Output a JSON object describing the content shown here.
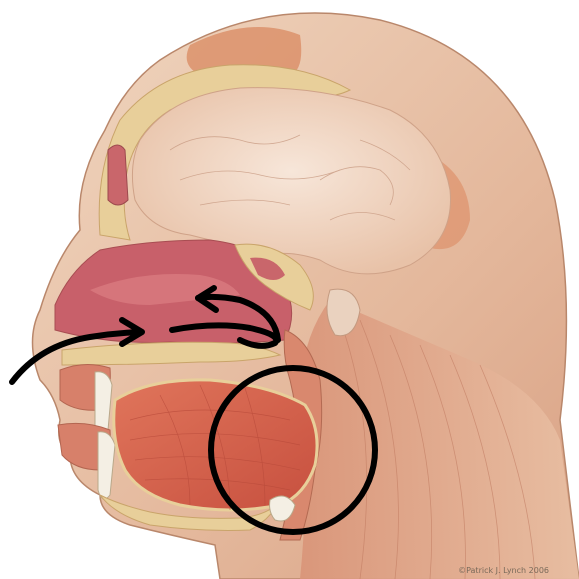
{
  "illustration": {
    "subject": "midsagittal-head-section",
    "credit": "©Patrick J. Lynch 2006",
    "colors": {
      "skin": "#e6c3a6",
      "muscle": "#d96a52",
      "tongue": "#d8614d",
      "bone": "#e8cf9a",
      "brain": "#f2dccd",
      "nasal": "#c85a60",
      "annotation": "#000000"
    },
    "annotations": {
      "arrow_count": 3,
      "circle_count": 1,
      "stroke_color": "#000000"
    }
  }
}
